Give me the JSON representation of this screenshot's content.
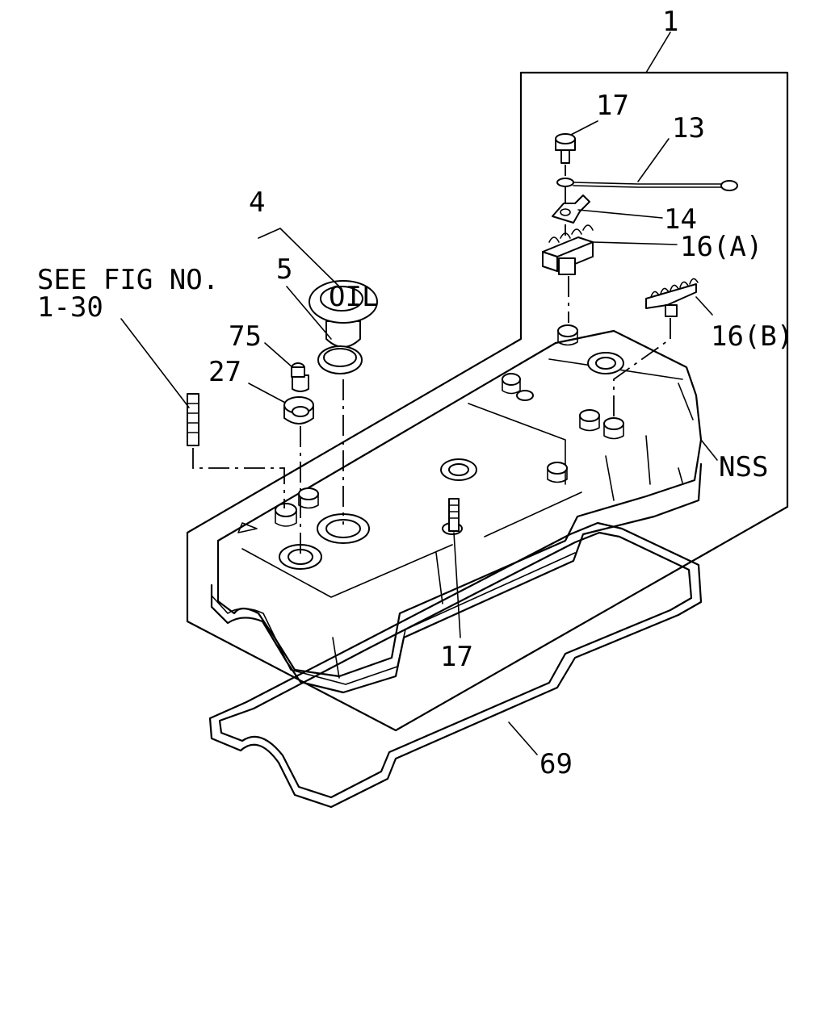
{
  "figure": {
    "labels": {
      "assembly": "1",
      "bolt_top": "17",
      "cable": "13",
      "bracket": "14",
      "clip_a": "16(A)",
      "clip_b": "16(B)",
      "cap": "4",
      "cap_seal": "5",
      "bolt_small": "75",
      "grommet": "27",
      "nss": "NSS",
      "bolt_lower": "17",
      "gasket": "69"
    },
    "reference": {
      "line1": "SEE FIG NO.",
      "line2": "1-30"
    },
    "cap_text": "OIL"
  }
}
